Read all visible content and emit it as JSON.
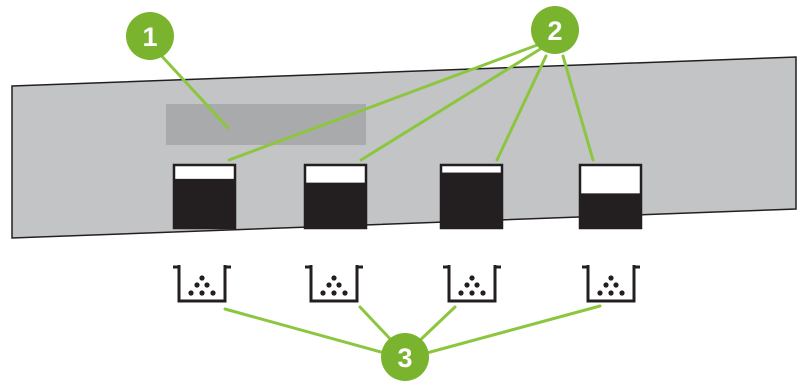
{
  "colors": {
    "panel_fill": "#c3c4c6",
    "panel_stroke": "#231f20",
    "display_fill": "#a9aaac",
    "gauge_fill": "#231f20",
    "callout_green": "#8cc63f",
    "callout_circle": "#7ab32e",
    "callout_text": "#ffffff"
  },
  "callouts": {
    "c1": "1",
    "c2": "2",
    "c3": "3"
  },
  "gauges": [
    {
      "name": "gauge-1",
      "level": 0.78
    },
    {
      "name": "gauge-2",
      "level": 0.72
    },
    {
      "name": "gauge-3",
      "level": 0.88
    },
    {
      "name": "gauge-4",
      "level": 0.55
    }
  ],
  "bin_icons": [
    "waste-bin-icon",
    "waste-bin-icon",
    "waste-bin-icon",
    "waste-bin-icon"
  ]
}
